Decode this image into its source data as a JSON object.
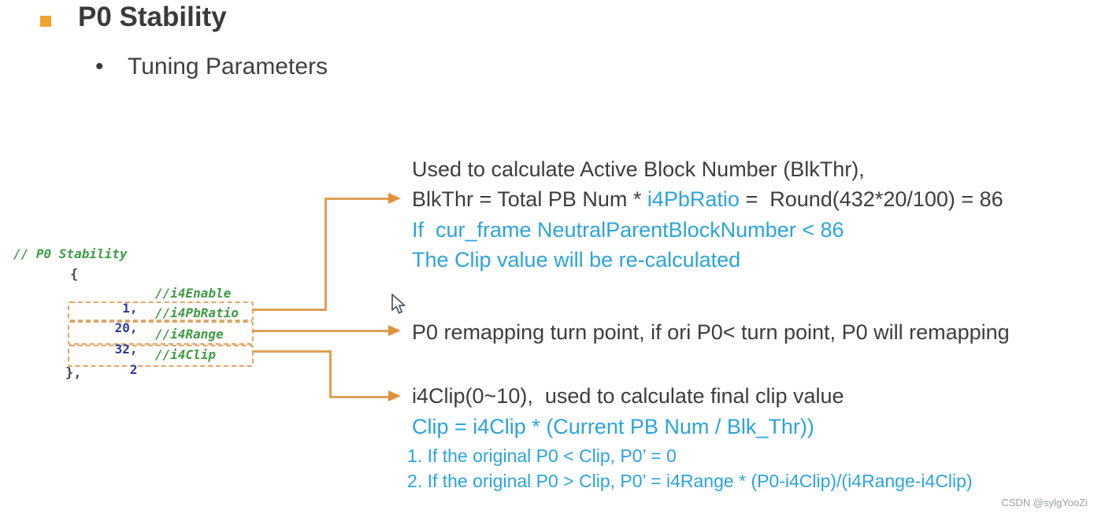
{
  "slide": {
    "title": "P0 Stability",
    "title_bullet": "square-bullet",
    "subtitle_bullet": "•",
    "subtitle": "Tuning Parameters"
  },
  "code": {
    "comment_header": "// P0 Stability",
    "open_brace": "{",
    "close_brace": "},",
    "rows": [
      {
        "value": "1,",
        "comment": "//i4Enable",
        "highlighted": false
      },
      {
        "value": "20,",
        "comment": "//i4PbRatio",
        "highlighted": true
      },
      {
        "value": "32,",
        "comment": "//i4Range",
        "highlighted": true
      },
      {
        "value": "2",
        "comment": "//i4Clip",
        "highlighted": true
      }
    ]
  },
  "annotations": {
    "pbratio": {
      "line1": "Used to calculate Active Block Number (BlkThr),",
      "line2_prefix": "BlkThr = Total PB Num * ",
      "line2_param": "i4PbRatio",
      "line2_suffix": " =  Round(432*20/100) = 86",
      "line3": "If  cur_frame NeutralParentBlockNumber < 86",
      "line4": "The Clip value will be re-calculated"
    },
    "range": {
      "line1": "P0 remapping turn point, if ori P0< turn point, P0 will remapping"
    },
    "clip": {
      "line1": "i4Clip(0~10),  used to calculate final clip value",
      "line2": "Clip = i4Clip * (Current PB Num / Blk_Thr))",
      "line3": "1. If the original P0 < Clip, P0’ = 0",
      "line4": "2. If the original P0 > Clip, P0’ = i4Range * (P0-i4Clip)/(i4Range-i4Clip)"
    }
  },
  "watermark": "CSDN @sylgYooZi",
  "colors": {
    "accent_orange": "#F0A22E",
    "connector_orange": "#DFA054",
    "dashed_border": "#E2A468",
    "code_green": "#3E9B45",
    "code_navy": "#2D3B9E",
    "body_dark": "#3D3D3D",
    "highlight_blue": "#2BA4DC",
    "watermark_gray": "#9aa0a8"
  }
}
